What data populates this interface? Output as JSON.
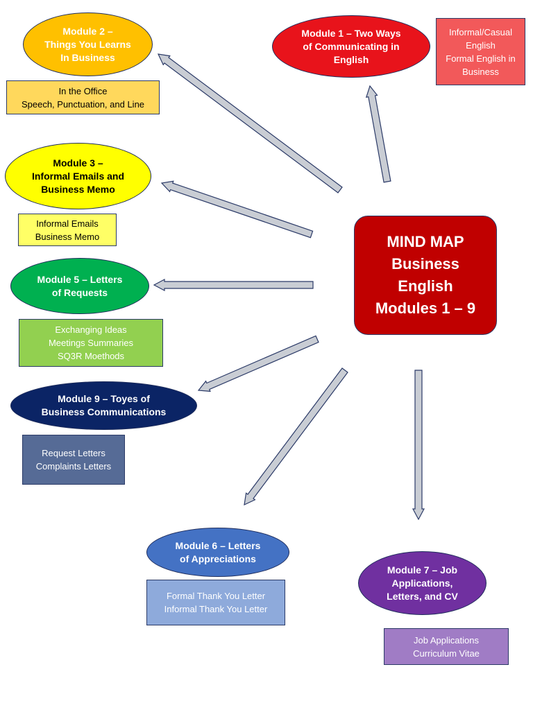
{
  "center": {
    "lines": [
      "MIND MAP",
      "Business",
      "English",
      "Modules 1 – 9"
    ],
    "color": "#c00000"
  },
  "modules": [
    {
      "id": "module-1",
      "lines": [
        "Module 1 – Two Ways",
        "of Communicating in",
        "English"
      ],
      "color": "#e8131b",
      "text_color": "#ffffff",
      "topics": [
        "Informal/Casual",
        "English",
        "Formal English in",
        "Business"
      ],
      "topic_color": "#f2595a",
      "topic_text_color": "#ffffff"
    },
    {
      "id": "module-2",
      "lines": [
        "Module 2 –",
        "Things You Learns",
        "In Business"
      ],
      "color": "#ffc000",
      "text_color": "#ffffff",
      "topics": [
        "In the Office",
        "Speech, Punctuation, and Line"
      ],
      "topic_color": "#ffd85c",
      "topic_text_color": "#000000"
    },
    {
      "id": "module-3",
      "lines": [
        "Module 3 –",
        "Informal Emails and",
        "Business Memo"
      ],
      "color": "#ffff00",
      "text_color": "#000000",
      "topics": [
        "Informal Emails",
        "Business Memo"
      ],
      "topic_color": "#ffff66",
      "topic_text_color": "#000000"
    },
    {
      "id": "module-5",
      "lines": [
        "Module 5 – Letters",
        "of Requests"
      ],
      "color": "#00b050",
      "text_color": "#ffffff",
      "topics": [
        "Exchanging Ideas",
        "Meetings Summaries",
        "SQ3R Moethods"
      ],
      "topic_color": "#92d050",
      "topic_text_color": "#ffffff"
    },
    {
      "id": "module-9",
      "lines": [
        "Module 9 – Toyes of",
        "Business Communications"
      ],
      "color": "#0b2465",
      "text_color": "#ffffff",
      "topics": [
        "Request Letters",
        "Complaints Letters"
      ],
      "topic_color": "#566b96",
      "topic_text_color": "#ffffff"
    },
    {
      "id": "module-6",
      "lines": [
        "Module 6 – Letters",
        "of Appreciations"
      ],
      "color": "#4472c4",
      "text_color": "#ffffff",
      "topics": [
        "Formal Thank You Letter",
        "Informal Thank You Letter"
      ],
      "topic_color": "#8eaadb",
      "topic_text_color": "#ffffff"
    },
    {
      "id": "module-7",
      "lines": [
        "Module 7 – Job",
        "Applications,",
        "Letters, and CV"
      ],
      "color": "#7030a0",
      "text_color": "#ffffff",
      "topics": [
        "Job Applications",
        "Curriculum Vitae"
      ],
      "topic_color": "#a07cc5",
      "topic_text_color": "#ffffff"
    }
  ],
  "arrow_color": "#c9cdd4"
}
